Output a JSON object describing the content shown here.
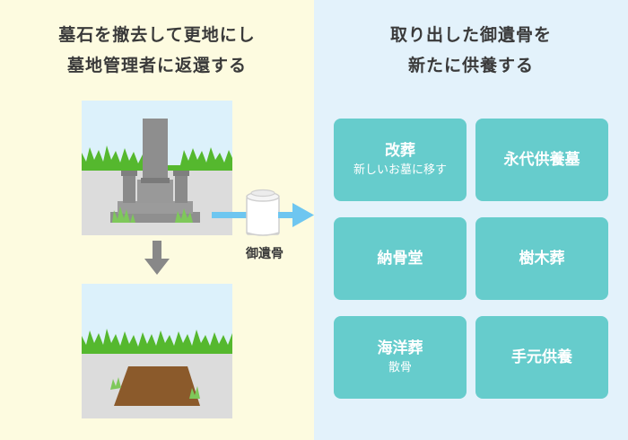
{
  "left": {
    "heading_line1": "墓石を撤去して更地にし",
    "heading_line2": "墓地管理者に返還する",
    "urn_label": "御遺骨"
  },
  "right": {
    "heading_line1": "取り出した御遺骨を",
    "heading_line2": "新たに供養する",
    "options": [
      {
        "title": "改葬",
        "subtitle": "新しいお墓に移す"
      },
      {
        "title": "永代供養墓",
        "subtitle": ""
      },
      {
        "title": "納骨堂",
        "subtitle": ""
      },
      {
        "title": "樹木葬",
        "subtitle": ""
      },
      {
        "title": "海洋葬",
        "subtitle": "散骨"
      },
      {
        "title": "手元供養",
        "subtitle": ""
      }
    ]
  },
  "colors": {
    "left_bg": "#fdfbe0",
    "right_bg": "#e3f2fb",
    "option_bg": "#66cccc",
    "arrow_blue": "#6ec6f0",
    "arrow_gray": "#888888",
    "grass": "#55b82e",
    "soil": "#8b5a2b"
  }
}
